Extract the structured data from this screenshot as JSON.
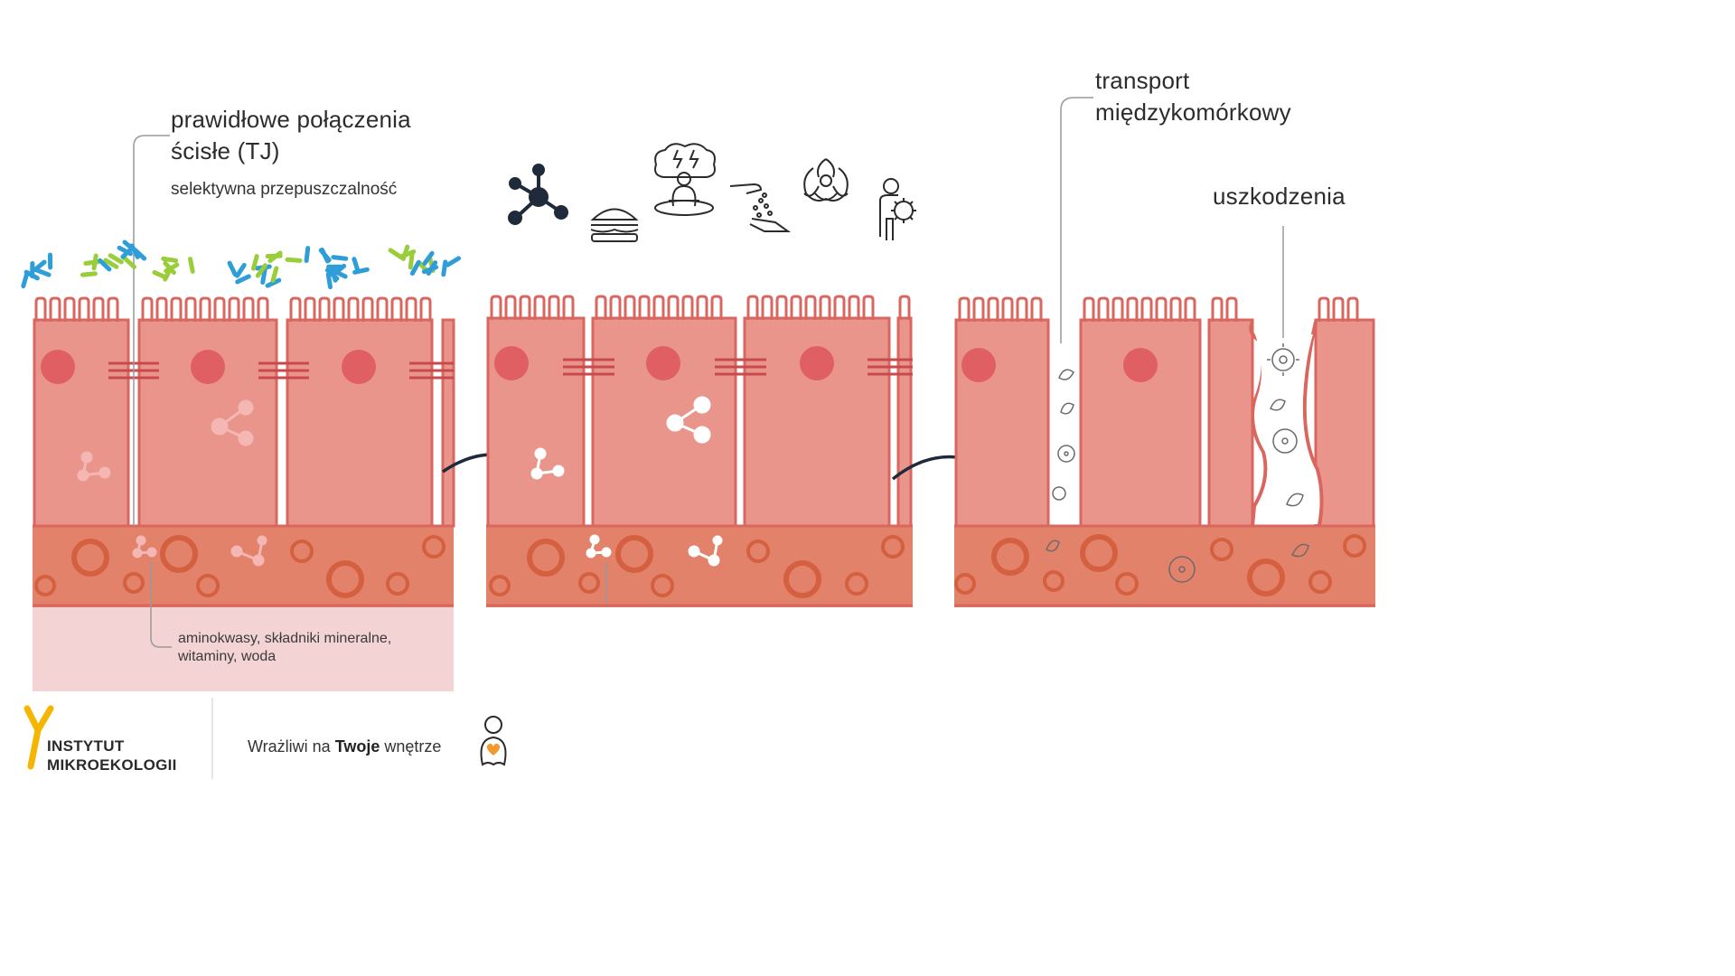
{
  "labels": {
    "tj_title_line1": "prawidłowe połączenia",
    "tj_title_line2": "ścisłe (TJ)",
    "tj_subtitle": "selektywna przepuszczalność",
    "nutrients_line1": "aminokwasy, składniki mineralne,",
    "nutrients_line2": "witaminy, woda",
    "transport_line1": "transport",
    "transport_line2": "międzykomórkowy",
    "damage": "uszkodzenia"
  },
  "footer": {
    "brand_line1": "INSTYTUT",
    "brand_line2": "MIKROEKOLOGII",
    "tagline_prefix": "Wrażliwi na ",
    "tagline_bold": "Twoje",
    "tagline_suffix": " wnętrze"
  },
  "icons": [
    "molecule-icon",
    "burger-icon",
    "stress-icon",
    "hand-powder-icon",
    "biohazard-icon",
    "person-virus-icon"
  ],
  "colors": {
    "cell": "#e9958c",
    "cell_border": "#d9665f",
    "nucleus": "#df5f63",
    "tissue": "#e3826a",
    "tissue_ring": "#d4603f",
    "lumen_bottom": "#f3d3d3",
    "bacteria_blue": "#2f9ed8",
    "bacteria_green": "#9acd3a",
    "brand_yellow": "#f5b500",
    "heart_orange": "#f29a2e"
  }
}
